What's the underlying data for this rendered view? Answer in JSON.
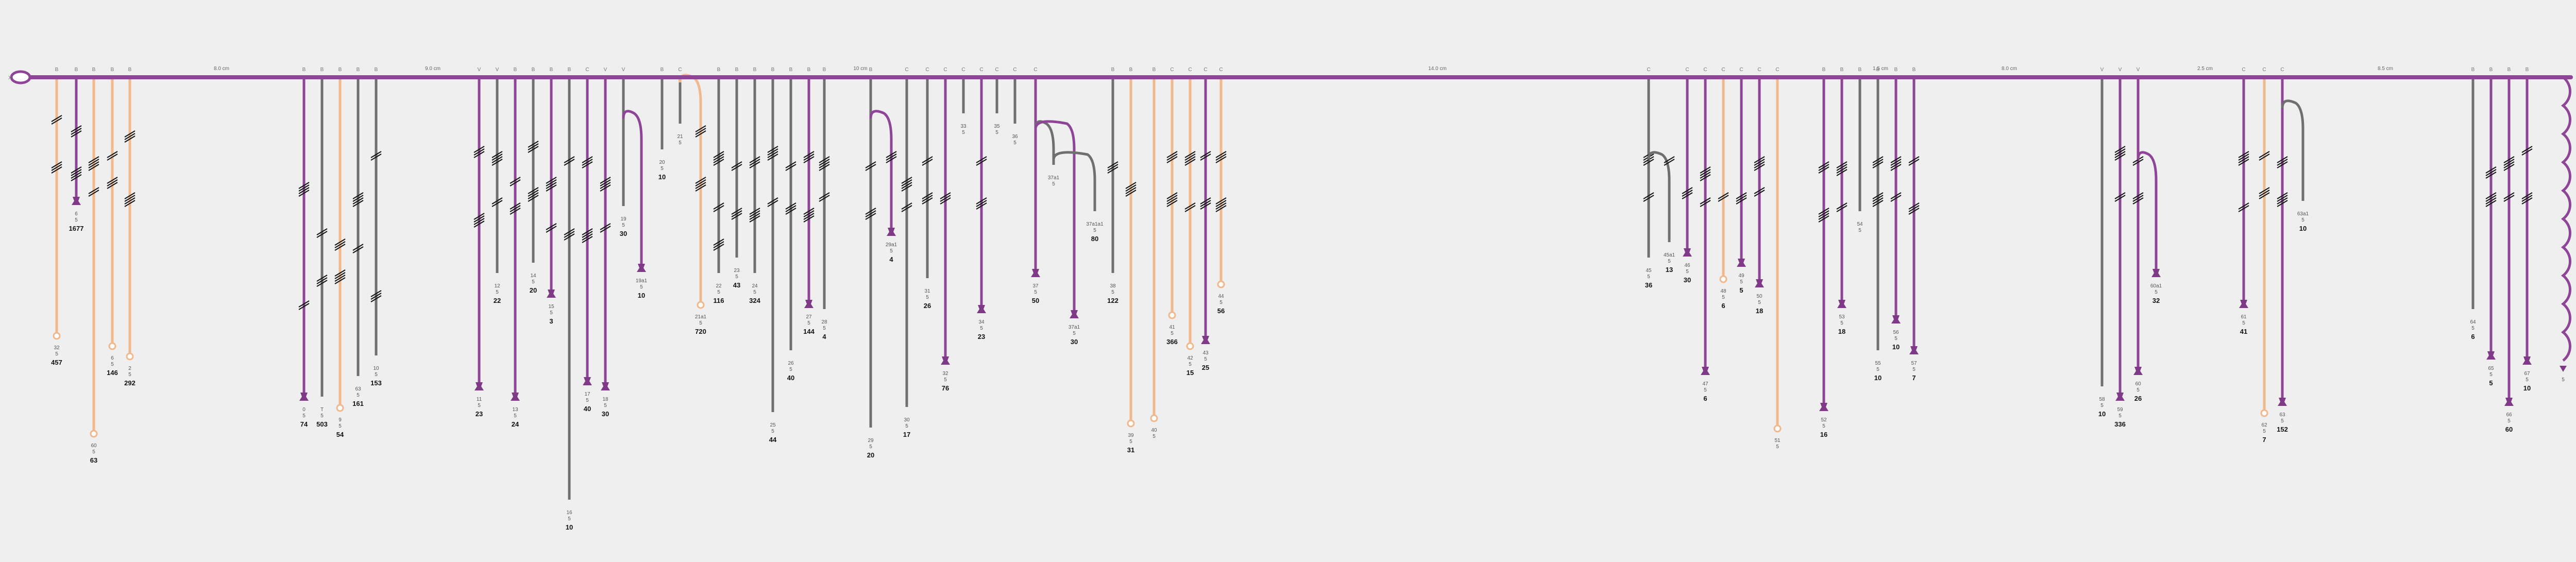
{
  "colors": {
    "main": "#8e4597",
    "marker": "#7e3a86",
    "gray": "#6f6f6f",
    "peach": "#f0b88d",
    "hatch": "#111111",
    "background": "#efefef"
  },
  "main_line": {
    "start_symbol": "X",
    "distances": [
      "8.0 cm",
      "9.0 cm",
      "10 cm",
      "14.0 cm",
      "1.5 cm",
      "8.0 cm",
      "2.5 cm",
      "8.5 cm"
    ]
  },
  "branches": [
    {
      "tag": "B",
      "kind": "peach",
      "len": 500,
      "marks": [
        80,
        170
      ],
      "label": [
        "32",
        "5"
      ],
      "count": "457",
      "name": "branch-1"
    },
    {
      "tag": "B",
      "kind": "main",
      "len": 240,
      "marks": [
        100,
        180
      ],
      "label": [
        "6",
        "5"
      ],
      "count": "1677",
      "name": "branch-2"
    },
    {
      "tag": "B",
      "kind": "peach",
      "len": 690,
      "marks": [
        160,
        220
      ],
      "label": [
        "60",
        "5"
      ],
      "count": "63",
      "name": "branch-3"
    },
    {
      "tag": "B",
      "kind": "peach",
      "len": 520,
      "marks": [
        150,
        200
      ],
      "label": [
        "6",
        "5"
      ],
      "count": "146",
      "name": "branch-4"
    },
    {
      "tag": "B",
      "kind": "peach",
      "len": 540,
      "marks": [
        110,
        230
      ],
      "label": [
        "2",
        "5"
      ],
      "count": "292",
      "name": "branch-5"
    },
    {
      "tag": "B",
      "kind": "main",
      "len": 620,
      "marks": [
        210,
        440
      ],
      "label": [
        "0",
        "5"
      ],
      "count": "74",
      "name": "branch-6"
    },
    {
      "tag": "B",
      "kind": "gray",
      "len": 620,
      "marks": [
        300,
        390
      ],
      "label": [
        "T",
        "5"
      ],
      "count": "503",
      "name": "branch-7"
    },
    {
      "tag": "B",
      "kind": "peach",
      "len": 640,
      "marks": [
        320,
        380
      ],
      "label": [
        "9",
        "5"
      ],
      "count": "54",
      "name": "branch-8"
    },
    {
      "tag": "B",
      "kind": "gray",
      "len": 580,
      "marks": [
        230,
        330
      ],
      "label": [
        "63",
        "5"
      ],
      "count": "161",
      "name": "branch-9"
    },
    {
      "tag": "B",
      "kind": "gray",
      "len": 540,
      "marks": [
        150,
        420
      ],
      "label": [
        "10",
        "5"
      ],
      "count": "153",
      "name": "branch-10"
    },
    {
      "tag": "V",
      "kind": "main",
      "len": 600,
      "marks": [
        140,
        270
      ],
      "label": [
        "11",
        "5"
      ],
      "count": "23",
      "name": "branch-11"
    },
    {
      "tag": "V",
      "kind": "gray",
      "len": 380,
      "marks": [
        150,
        240
      ],
      "label": [
        "12",
        "5"
      ],
      "count": "22",
      "name": "branch-12"
    },
    {
      "tag": "B",
      "kind": "main",
      "len": 620,
      "marks": [
        200,
        250
      ],
      "label": [
        "13",
        "5"
      ],
      "count": "24",
      "name": "branch-13"
    },
    {
      "tag": "B",
      "kind": "gray",
      "len": 360,
      "marks": [
        130,
        220
      ],
      "label": [
        "14",
        "5"
      ],
      "count": "20",
      "name": "branch-14"
    },
    {
      "tag": "B",
      "kind": "main",
      "len": 420,
      "marks": [
        200,
        290
      ],
      "label": [
        "15",
        "5"
      ],
      "count": "3",
      "name": "branch-15"
    },
    {
      "tag": "B",
      "kind": "gray",
      "len": 820,
      "marks": [
        160,
        300
      ],
      "label": [
        "16",
        "5"
      ],
      "count": "10",
      "name": "branch-16"
    },
    {
      "tag": "C",
      "kind": "main",
      "len": 590,
      "marks": [
        160,
        300
      ],
      "label": [
        "17",
        "5"
      ],
      "count": "40",
      "name": "branch-17"
    },
    {
      "tag": "V",
      "kind": "main",
      "len": 600,
      "marks": [
        200,
        290
      ],
      "label": [
        "18",
        "5"
      ],
      "count": "30",
      "name": "branch-18"
    },
    {
      "tag": "V",
      "kind": "gray",
      "len": 250,
      "marks": [],
      "label": [
        "19",
        "5"
      ],
      "count": "30",
      "name": "branch-19"
    },
    {
      "tag": "",
      "kind": "main",
      "len": 370,
      "marks": [],
      "label": [
        "19a1",
        "5"
      ],
      "count": "10",
      "name": "branch-19a",
      "hook": true
    },
    {
      "tag": "B",
      "kind": "gray",
      "len": 140,
      "marks": [],
      "label": [
        "20",
        "5"
      ],
      "count": "10",
      "name": "branch-20"
    },
    {
      "tag": "C",
      "kind": "gray",
      "len": 90,
      "marks": [],
      "label": [
        "21",
        "5"
      ],
      "count": "",
      "name": "branch-21"
    },
    {
      "tag": "",
      "kind": "peach",
      "len": 440,
      "marks": [
        100,
        200
      ],
      "label": [
        "21a1",
        "5"
      ],
      "count": "720",
      "name": "branch-21a",
      "hook": true
    },
    {
      "tag": "B",
      "kind": "gray",
      "len": 380,
      "marks": [
        150,
        250,
        320
      ],
      "label": [
        "22",
        "5"
      ],
      "count": "116",
      "name": "branch-22"
    },
    {
      "tag": "B",
      "kind": "gray",
      "len": 350,
      "marks": [
        170,
        260
      ],
      "label": [
        "23",
        "5"
      ],
      "count": "43",
      "name": "branch-23"
    },
    {
      "tag": "B",
      "kind": "gray",
      "len": 380,
      "marks": [
        160,
        260
      ],
      "label": [
        "24",
        "5"
      ],
      "count": "324",
      "name": "branch-24"
    },
    {
      "tag": "B",
      "kind": "gray",
      "len": 650,
      "marks": [
        140,
        240
      ],
      "label": [
        "25",
        "5"
      ],
      "count": "44",
      "name": "branch-25"
    },
    {
      "tag": "B",
      "kind": "gray",
      "len": 530,
      "marks": [
        170,
        250
      ],
      "label": [
        "26",
        "5"
      ],
      "count": "40",
      "name": "branch-26"
    },
    {
      "tag": "B",
      "kind": "main",
      "len": 440,
      "marks": [
        150,
        260
      ],
      "label": [
        "27",
        "5"
      ],
      "count": "144",
      "name": "branch-27"
    },
    {
      "tag": "B",
      "kind": "gray",
      "len": 450,
      "marks": [
        160,
        230
      ],
      "label": [
        "28",
        "5"
      ],
      "count": "4",
      "name": "branch-28"
    },
    {
      "tag": "B",
      "kind": "gray",
      "len": 680,
      "marks": [
        170,
        260
      ],
      "label": [
        "29",
        "5"
      ],
      "count": "20",
      "name": "branch-29"
    },
    {
      "tag": "",
      "kind": "main",
      "len": 300,
      "marks": [
        150
      ],
      "label": [
        "29a1",
        "5"
      ],
      "count": "4",
      "name": "branch-29a",
      "hook": true
    },
    {
      "tag": "C",
      "kind": "gray",
      "len": 640,
      "marks": [
        200,
        250
      ],
      "label": [
        "30",
        "5"
      ],
      "count": "17",
      "name": "branch-30"
    },
    {
      "tag": "C",
      "kind": "gray",
      "len": 390,
      "marks": [
        160,
        230
      ],
      "label": [
        "31",
        "5"
      ],
      "count": "26",
      "name": "branch-31"
    },
    {
      "tag": "C",
      "kind": "main",
      "len": 550,
      "marks": [
        230
      ],
      "label": [
        "32",
        "5"
      ],
      "count": "76",
      "name": "branch-32"
    },
    {
      "tag": "C",
      "kind": "gray",
      "len": 70,
      "marks": [],
      "label": [
        "33",
        "5"
      ],
      "count": "",
      "name": "branch-33"
    },
    {
      "tag": "C",
      "kind": "main",
      "len": 450,
      "marks": [
        160,
        240
      ],
      "label": [
        "34",
        "5"
      ],
      "count": "23",
      "name": "branch-34"
    },
    {
      "tag": "C",
      "kind": "gray",
      "len": 70,
      "marks": [],
      "label": [
        "35",
        "5"
      ],
      "count": "",
      "name": "branch-35"
    },
    {
      "tag": "C",
      "kind": "gray",
      "len": 90,
      "marks": [],
      "label": [
        "36",
        "5"
      ],
      "count": "",
      "name": "branch-36"
    },
    {
      "tag": "C",
      "kind": "main",
      "len": 380,
      "marks": [],
      "label": [
        "37",
        "5"
      ],
      "count": "50",
      "name": "branch-37"
    },
    {
      "tag": "",
      "kind": "gray",
      "len": 170,
      "marks": [],
      "label": [
        "37a1",
        "5"
      ],
      "count": "",
      "name": "branch-37a",
      "hook": true
    },
    {
      "tag": "",
      "kind": "main",
      "len": 460,
      "marks": [],
      "label": [
        "37a1",
        "5"
      ],
      "count": "30",
      "name": "branch-37b",
      "hook": true
    },
    {
      "tag": "",
      "kind": "gray",
      "len": 260,
      "marks": [],
      "label": [
        "37a1a1",
        "5"
      ],
      "count": "80",
      "name": "branch-37c",
      "hook": true
    },
    {
      "tag": "B",
      "kind": "gray",
      "len": 380,
      "marks": [
        170
      ],
      "label": [
        "38",
        "5"
      ],
      "count": "122",
      "name": "branch-38"
    },
    {
      "tag": "B",
      "kind": "peach",
      "len": 670,
      "marks": [
        210
      ],
      "label": [
        "39",
        "5"
      ],
      "count": "31",
      "name": "branch-39"
    },
    {
      "tag": "B",
      "kind": "peach",
      "len": 660,
      "marks": [],
      "label": [
        "40",
        "5"
      ],
      "count": "",
      "name": "branch-40"
    },
    {
      "tag": "C",
      "kind": "peach",
      "len": 460,
      "marks": [
        150,
        230
      ],
      "label": [
        "41",
        "5"
      ],
      "count": "366",
      "name": "branch-41"
    },
    {
      "tag": "C",
      "kind": "peach",
      "len": 520,
      "marks": [
        150,
        250
      ],
      "label": [
        "42",
        "5"
      ],
      "count": "15",
      "name": "branch-42"
    },
    {
      "tag": "C",
      "kind": "main",
      "len": 510,
      "marks": [
        150,
        240
      ],
      "label": [
        "43",
        "5"
      ],
      "count": "25",
      "name": "branch-43"
    },
    {
      "tag": "C",
      "kind": "peach",
      "len": 400,
      "marks": [
        150,
        240
      ],
      "label": [
        "44",
        "5"
      ],
      "count": "56",
      "name": "branch-44"
    },
    {
      "tag": "C",
      "kind": "gray",
      "len": 350,
      "marks": [
        150,
        230
      ],
      "label": [
        "45",
        "5"
      ],
      "count": "36",
      "name": "branch-45"
    },
    {
      "tag": "",
      "kind": "gray",
      "len": 320,
      "marks": [
        160
      ],
      "label": [
        "45a1",
        "5"
      ],
      "count": "13",
      "name": "branch-45a",
      "hook": true
    },
    {
      "tag": "C",
      "kind": "main",
      "len": 340,
      "marks": [
        220
      ],
      "label": [
        "46",
        "5"
      ],
      "count": "30",
      "name": "branch-46"
    },
    {
      "tag": "C",
      "kind": "main",
      "len": 570,
      "marks": [
        180,
        240
      ],
      "label": [
        "47",
        "5"
      ],
      "count": "6",
      "name": "branch-47"
    },
    {
      "tag": "C",
      "kind": "peach",
      "len": 390,
      "marks": [
        230
      ],
      "label": [
        "48",
        "5"
      ],
      "count": "6",
      "name": "branch-48"
    },
    {
      "tag": "C",
      "kind": "main",
      "len": 360,
      "marks": [
        230
      ],
      "label": [
        "49",
        "5"
      ],
      "count": "5",
      "name": "branch-49"
    },
    {
      "tag": "C",
      "kind": "main",
      "len": 400,
      "marks": [
        160,
        220
      ],
      "label": [
        "50",
        "5"
      ],
      "count": "18",
      "name": "branch-50"
    },
    {
      "tag": "C",
      "kind": "peach",
      "len": 680,
      "marks": [],
      "label": [
        "51",
        "5"
      ],
      "count": "",
      "name": "branch-51"
    },
    {
      "tag": "B",
      "kind": "main",
      "len": 640,
      "marks": [
        170,
        260
      ],
      "label": [
        "52",
        "5"
      ],
      "count": "16",
      "name": "branch-52"
    },
    {
      "tag": "B",
      "kind": "main",
      "len": 440,
      "marks": [
        170,
        250
      ],
      "label": [
        "53",
        "5"
      ],
      "count": "18",
      "name": "branch-53"
    },
    {
      "tag": "B",
      "kind": "gray",
      "len": 260,
      "marks": [],
      "label": [
        "54",
        "5"
      ],
      "count": "",
      "name": "branch-54"
    },
    {
      "tag": "B",
      "kind": "gray",
      "len": 530,
      "marks": [
        160,
        230
      ],
      "label": [
        "55",
        "5"
      ],
      "count": "10",
      "name": "branch-55"
    },
    {
      "tag": "B",
      "kind": "main",
      "len": 470,
      "marks": [
        160,
        230
      ],
      "label": [
        "56",
        "5"
      ],
      "count": "10",
      "name": "branch-56"
    },
    {
      "tag": "B",
      "kind": "main",
      "len": 530,
      "marks": [
        160,
        250
      ],
      "label": [
        "57",
        "5"
      ],
      "count": "7",
      "name": "branch-57"
    },
    {
      "tag": "V",
      "kind": "gray",
      "len": 600,
      "marks": [],
      "label": [
        "58",
        "5"
      ],
      "count": "10",
      "name": "branch-58"
    },
    {
      "tag": "V",
      "kind": "main",
      "len": 620,
      "marks": [
        140,
        230
      ],
      "label": [
        "59",
        "5"
      ],
      "count": "336",
      "name": "branch-59"
    },
    {
      "tag": "V",
      "kind": "main",
      "len": 570,
      "marks": [
        160,
        230
      ],
      "label": [
        "60",
        "5"
      ],
      "count": "26",
      "name": "branch-60"
    },
    {
      "tag": "",
      "kind": "main",
      "len": 380,
      "marks": [],
      "label": [
        "60a1",
        "5"
      ],
      "count": "32",
      "name": "branch-60a",
      "hook": true
    },
    {
      "tag": "C",
      "kind": "main",
      "len": 440,
      "marks": [
        150,
        250
      ],
      "label": [
        "61",
        "5"
      ],
      "count": "41",
      "name": "branch-61"
    },
    {
      "tag": "C",
      "kind": "peach",
      "len": 650,
      "marks": [
        150,
        220
      ],
      "label": [
        "62",
        "5"
      ],
      "count": "7",
      "name": "branch-62"
    },
    {
      "tag": "C",
      "kind": "main",
      "len": 630,
      "marks": [
        160,
        230
      ],
      "label": [
        "63",
        "5"
      ],
      "count": "152",
      "name": "branch-63"
    },
    {
      "tag": "",
      "kind": "gray",
      "len": 240,
      "marks": [],
      "label": [
        "63a1",
        "5"
      ],
      "count": "10",
      "name": "branch-63a",
      "hook": true
    },
    {
      "tag": "B",
      "kind": "gray",
      "len": 450,
      "marks": [],
      "label": [
        "64",
        "5"
      ],
      "count": "6",
      "name": "branch-64"
    },
    {
      "tag": "B",
      "kind": "main",
      "len": 540,
      "marks": [
        180,
        230
      ],
      "label": [
        "65",
        "5"
      ],
      "count": "5",
      "name": "branch-65"
    },
    {
      "tag": "B",
      "kind": "main",
      "len": 630,
      "marks": [
        160,
        230
      ],
      "label": [
        "66",
        "5"
      ],
      "count": "60",
      "name": "branch-66"
    },
    {
      "tag": "B",
      "kind": "main",
      "len": 550,
      "marks": [
        140,
        230
      ],
      "label": [
        "67",
        "5"
      ],
      "count": "10",
      "name": "branch-67"
    },
    {
      "tag": "",
      "kind": "main",
      "len": 470,
      "marks": [],
      "label": [
        "5"
      ],
      "count": "",
      "name": "branch-end",
      "wavy": true
    }
  ]
}
